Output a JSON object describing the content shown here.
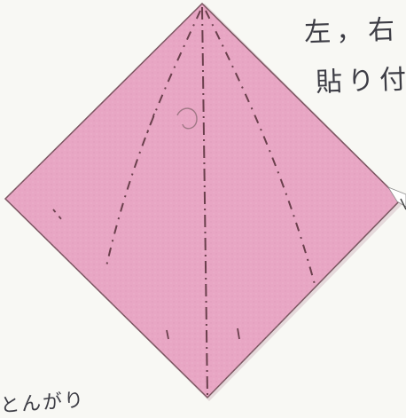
{
  "paper": {
    "fill_color": "#e8a6c4",
    "edge_color": "#7a5560",
    "crease_color": "#6a3f4c"
  },
  "annotations": {
    "line_1": "左，右",
    "line_2": "貼り付",
    "bottom": "とんがり"
  }
}
